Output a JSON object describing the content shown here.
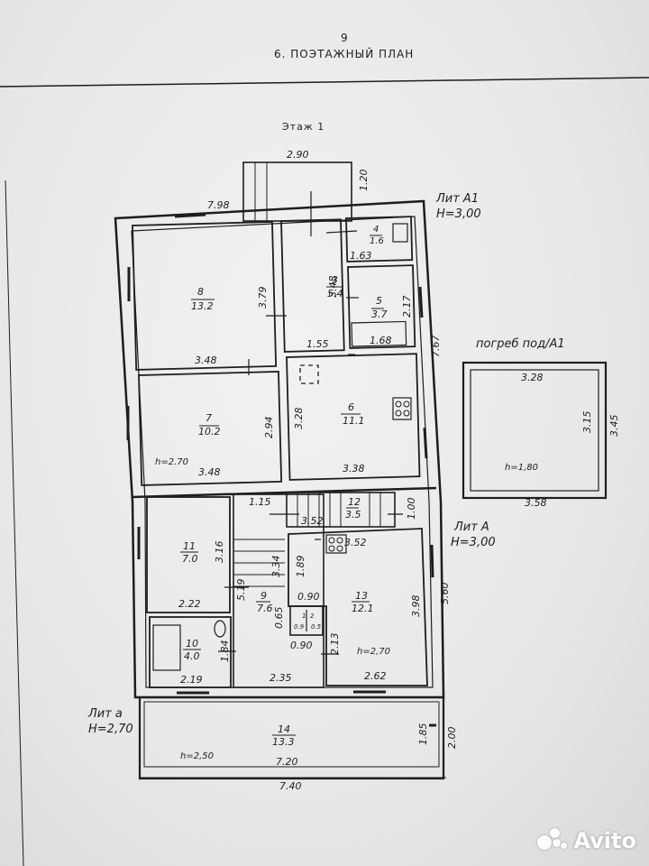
{
  "header": {
    "page_number": "9",
    "section_title": "6. ПОЭТАЖНЫЙ ПЛАН",
    "floor_title": "Этаж 1"
  },
  "blocks": {
    "lit_a1": {
      "name": "Лит А1",
      "height": "H=3,00"
    },
    "lit_a": {
      "name": "Лит А",
      "height": "H=3,00"
    },
    "lit_a_small": {
      "name": "Лит а",
      "height": "H=2,70"
    },
    "cellar": {
      "title": "погреб под/А1",
      "top": "3.28",
      "bottom": "3.58",
      "right_inner": "3.15",
      "right_outer": "3.45",
      "height": "h=1,80"
    }
  },
  "rooms": [
    {
      "id": "room-1",
      "num": "1",
      "area": "0.9"
    },
    {
      "id": "room-2",
      "num": "2",
      "area": "0.5"
    },
    {
      "id": "room-3",
      "num": "3",
      "area": "5.4"
    },
    {
      "id": "room-4",
      "num": "4",
      "area": "1.6"
    },
    {
      "id": "room-5",
      "num": "5",
      "area": "3.7"
    },
    {
      "id": "room-6",
      "num": "6",
      "area": "11.1"
    },
    {
      "id": "room-7",
      "num": "7",
      "area": "10.2"
    },
    {
      "id": "room-8",
      "num": "8",
      "area": "13.2"
    },
    {
      "id": "room-9",
      "num": "9",
      "area": "7.6"
    },
    {
      "id": "room-10",
      "num": "10",
      "area": "4.0"
    },
    {
      "id": "room-11",
      "num": "11",
      "area": "7.0"
    },
    {
      "id": "room-12",
      "num": "12",
      "area": "3.5"
    },
    {
      "id": "room-13",
      "num": "13",
      "area": "12.1"
    },
    {
      "id": "room-14",
      "num": "14",
      "area": "13.3"
    }
  ],
  "dimensions": {
    "porch_width": "2.90",
    "porch_depth": "1.20",
    "top_left": "7.98",
    "r8_height": "3.79",
    "r8_width": "3.48",
    "r3_height": "3.48",
    "r3_width": "1.55",
    "r4_width": "1.63",
    "r5_height": "2.17",
    "r5_width": "1.68",
    "a1_right": "7.67",
    "r6_height": "3.28",
    "r6_width": "3.38",
    "r7_height": "2.94",
    "r7_width": "3.48",
    "r7_ceiling": "h=2.70",
    "hall_width": "1.15",
    "r12_width": "3.52",
    "r12_height": "1.00",
    "r13_top": "3.52",
    "r13_height": "3.98",
    "r13_left": "1.89",
    "r13_width": "2.62",
    "r13_ceiling": "h=2,70",
    "r11_height": "3.16",
    "r11_width": "2.22",
    "r9_stair": "3.34",
    "r9_left": "5.19",
    "r9_bottom": "2.35",
    "r1_width": "0.90",
    "r1_height": "0.65",
    "r2_height": "2.13",
    "r2_width": "0.90",
    "r10_height": "1.84",
    "r10_width": "2.19",
    "a_right": "5.60",
    "r14_inner_h": "1.85",
    "r14_outer_h": "2.00",
    "r14_inner_w": "7.20",
    "r14_outer_w": "7.40",
    "r14_ceiling": "h=2,50",
    "r1_w_small": "0.9",
    "r2_w_small": "0.5"
  },
  "watermark": {
    "text": "Avito"
  }
}
